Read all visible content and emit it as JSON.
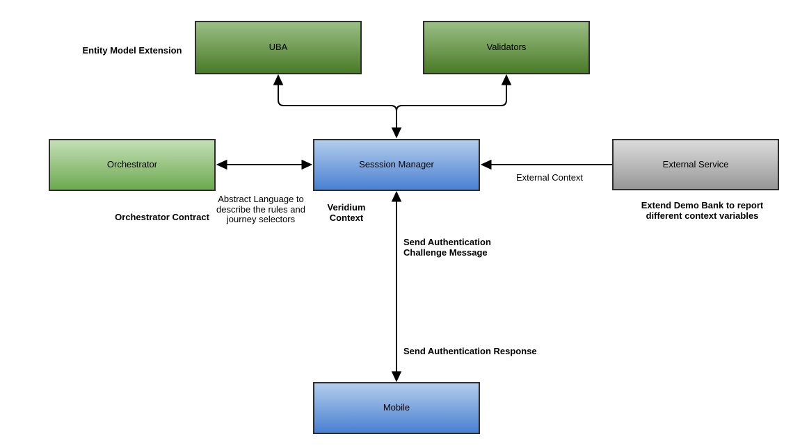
{
  "diagram": {
    "nodes": {
      "uba": {
        "label": "UBA"
      },
      "validators": {
        "label": "Validators"
      },
      "orchestrator": {
        "label": "Orchestrator"
      },
      "session_manager": {
        "label": "Sesssion Manager"
      },
      "external_service": {
        "label": "External Service"
      },
      "mobile": {
        "label": "Mobile"
      }
    },
    "annotations": {
      "entity_model_extension": "Entity Model Extension",
      "abstract_language": "Abstract Language to describe the rules and journey selectors",
      "orchestrator_contract": "Orchestrator Contract",
      "veridium_context": "Veridium Context",
      "external_context": "External Context",
      "extend_demo_bank": "Extend Demo Bank to report different context variables",
      "send_auth_challenge": "Send Authentication Challenge Message",
      "send_auth_response": "Send Authentication Response"
    },
    "colors": {
      "green_dark": {
        "top": "#9abf85",
        "bottom": "#4a7a28"
      },
      "green_light": {
        "top": "#c5dfb6",
        "bottom": "#6ca950"
      },
      "blue": {
        "top": "#b3cdeb",
        "bottom": "#4a80d2"
      },
      "gray": {
        "top": "#dcdcdc",
        "bottom": "#979797"
      },
      "border": "#2d2d2d",
      "arrow": "#000000"
    },
    "edges": [
      {
        "from": "session_manager",
        "to": "uba",
        "direction": "both-branch"
      },
      {
        "from": "session_manager",
        "to": "validators",
        "direction": "both-branch"
      },
      {
        "from": "orchestrator",
        "to": "session_manager",
        "direction": "both"
      },
      {
        "from": "external_service",
        "to": "session_manager",
        "direction": "one-way",
        "label": "External Context"
      },
      {
        "from": "session_manager",
        "to": "mobile",
        "direction": "both"
      }
    ]
  }
}
